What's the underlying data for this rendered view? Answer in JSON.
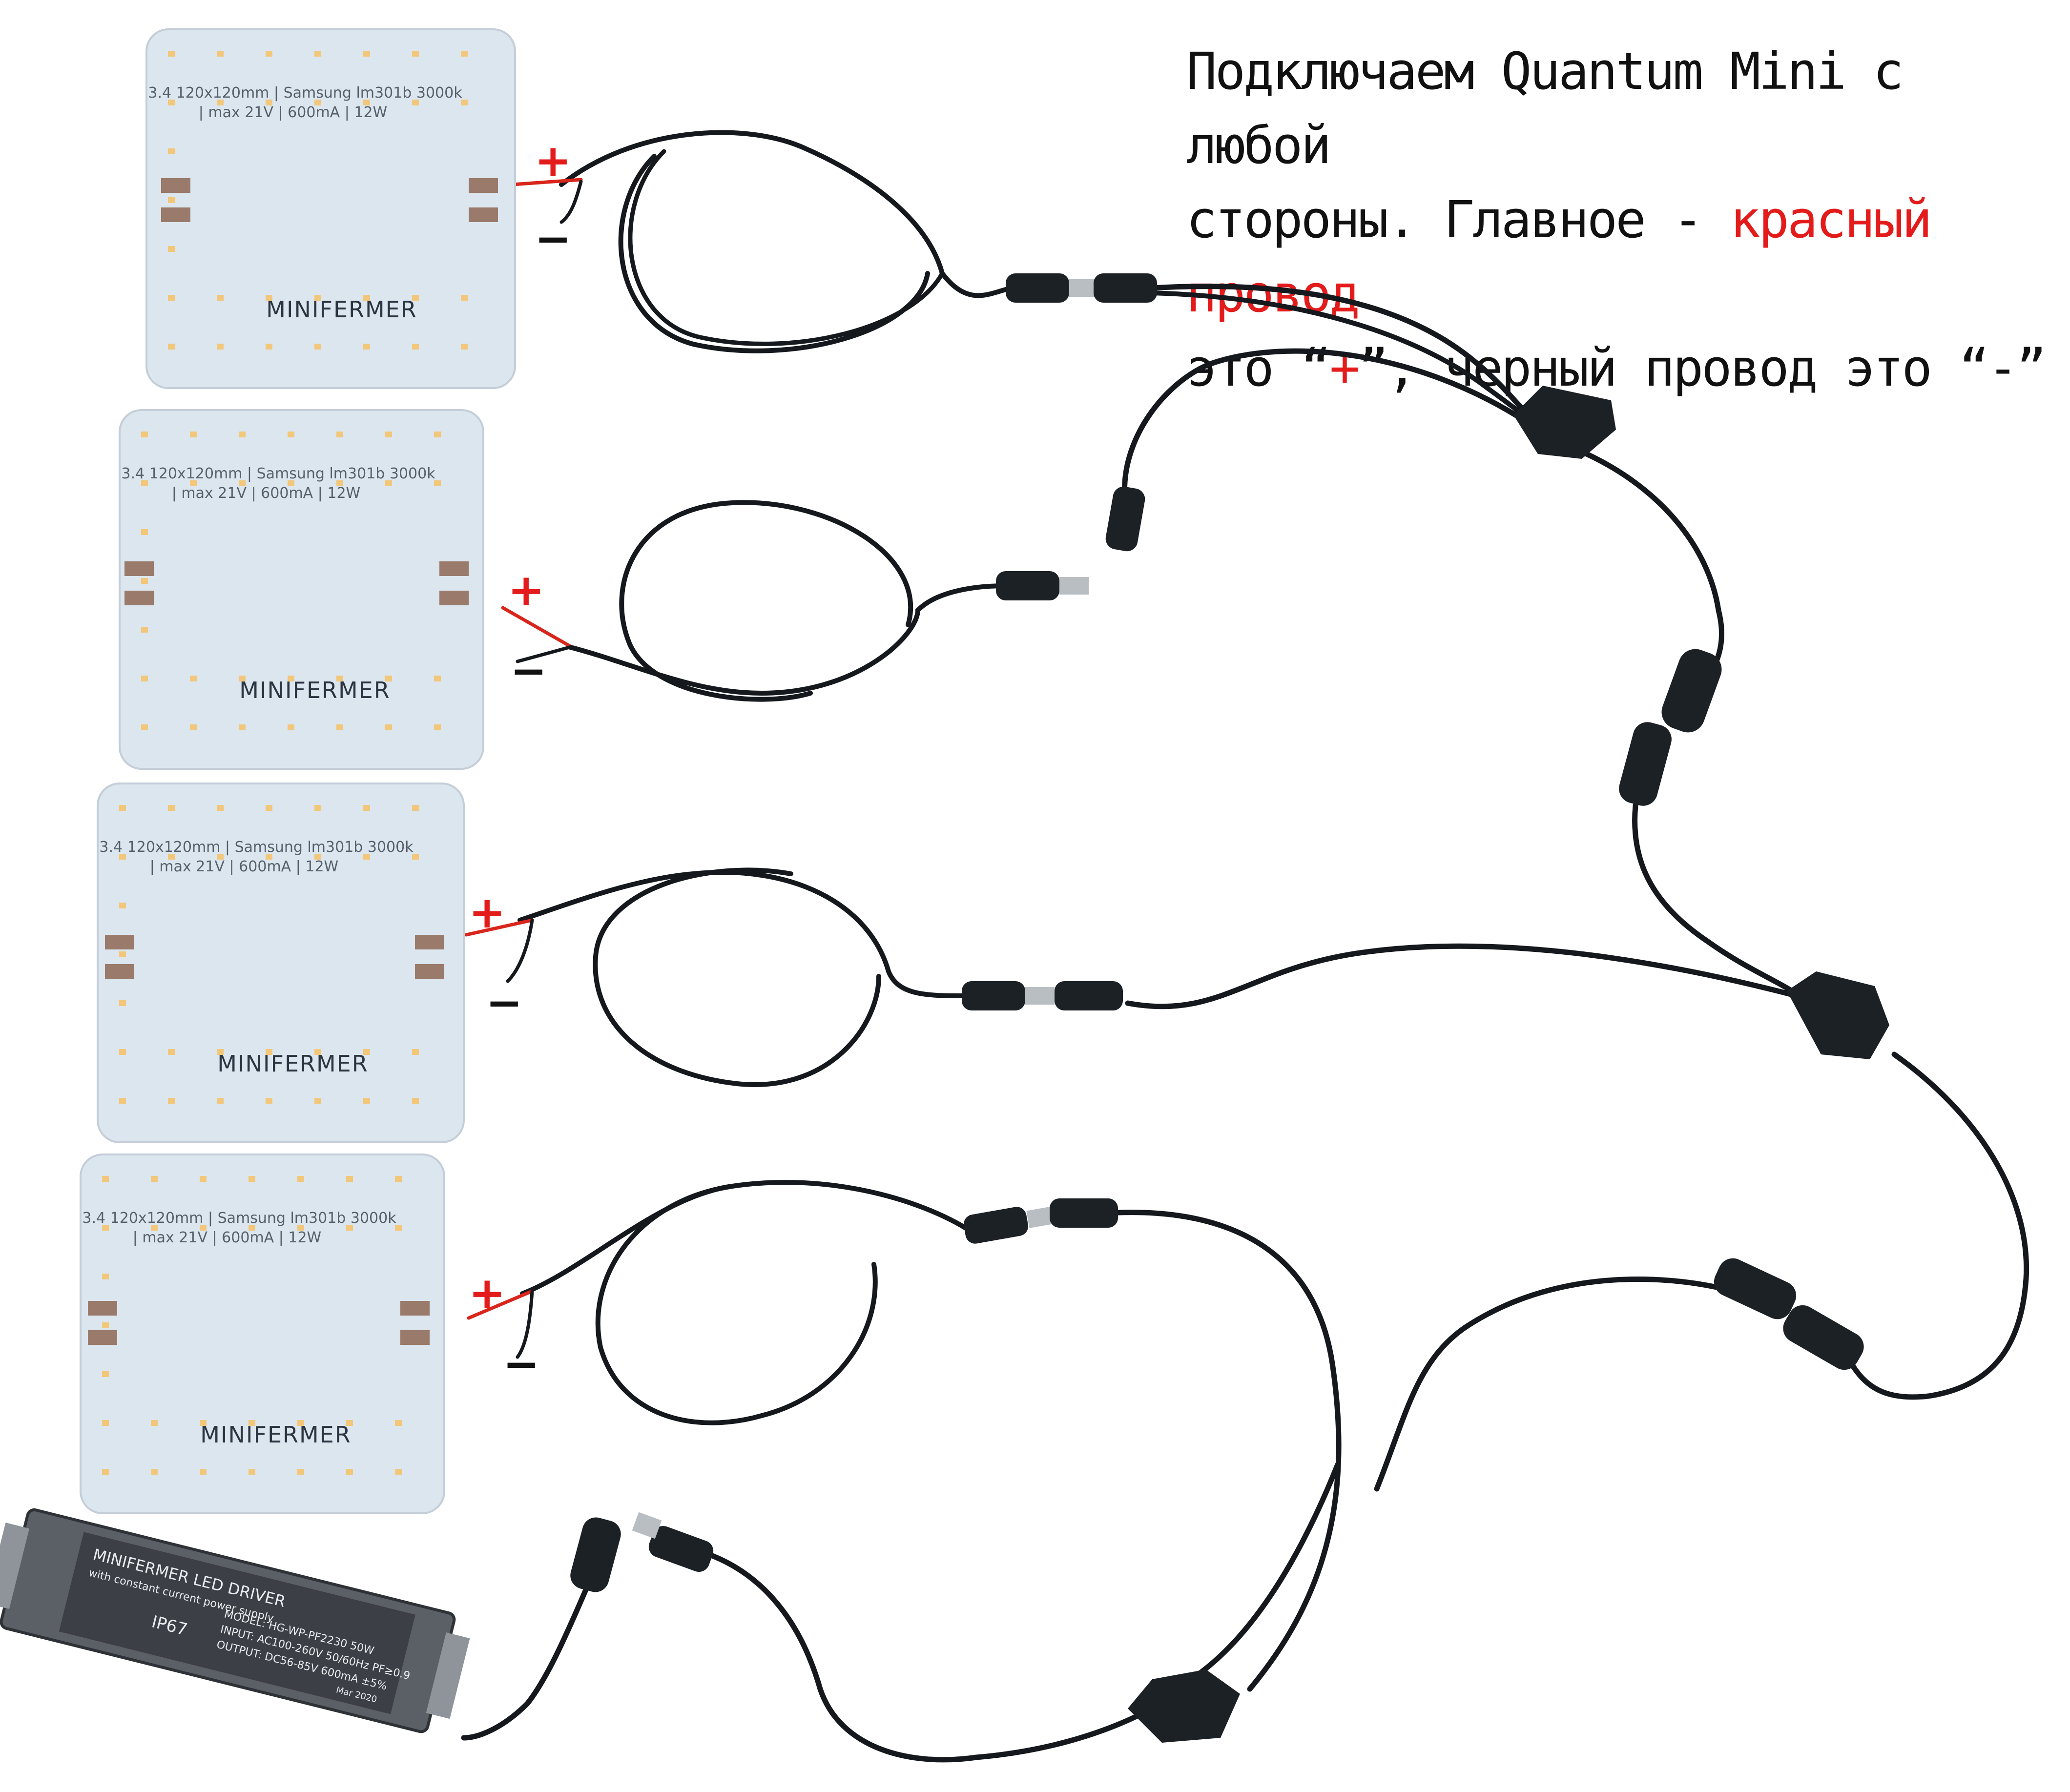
{
  "caption": {
    "line1": "Подключаем Quantum Mini с любой",
    "line2_a": "стороны. Главное - ",
    "line2_red": "красный провод",
    "line3_a": "это “",
    "line3_red": "+",
    "line3_b": "”, черный провод это “-”"
  },
  "boards": [
    {
      "spec1": "3.4  120x120mm  |  Samsung lm301b  3000k",
      "spec2": "| max 21V | 600mA | 12W",
      "logo": "MINIFERMER",
      "plus": "+",
      "minus": "−"
    },
    {
      "spec1": "3.4  120x120mm  |  Samsung lm301b  3000k",
      "spec2": "| max 21V | 600mA | 12W",
      "logo": "MINIFERMER",
      "plus": "+",
      "minus": "−"
    },
    {
      "spec1": "3.4  120x120mm  |  Samsung lm301b  3000k",
      "spec2": "| max 21V | 600mA | 12W",
      "logo": "MINIFERMER",
      "plus": "+",
      "minus": "−"
    },
    {
      "spec1": "3.4  120x120mm  |  Samsung lm301b  3000k",
      "spec2": "| max 21V | 600mA | 12W",
      "logo": "MINIFERMER",
      "plus": "+",
      "minus": "−"
    }
  ],
  "driver": {
    "brand": "MINIFERMER LED DRIVER",
    "subtitle": "with constant current power supply",
    "ip": "IP67",
    "model": "MODEL: HG-WP-PF2230  50W",
    "input": "INPUT: AC100-260V  50/60Hz  PF≥0.9",
    "output": "OUTPUT: DC56-85V  600mA ±5%",
    "date": "Mar 2020"
  },
  "colors": {
    "wire": "#15191d",
    "red_wire": "#d9261c",
    "board": "#dce6ef",
    "plus": "#e31b1b",
    "minus": "#111111"
  }
}
